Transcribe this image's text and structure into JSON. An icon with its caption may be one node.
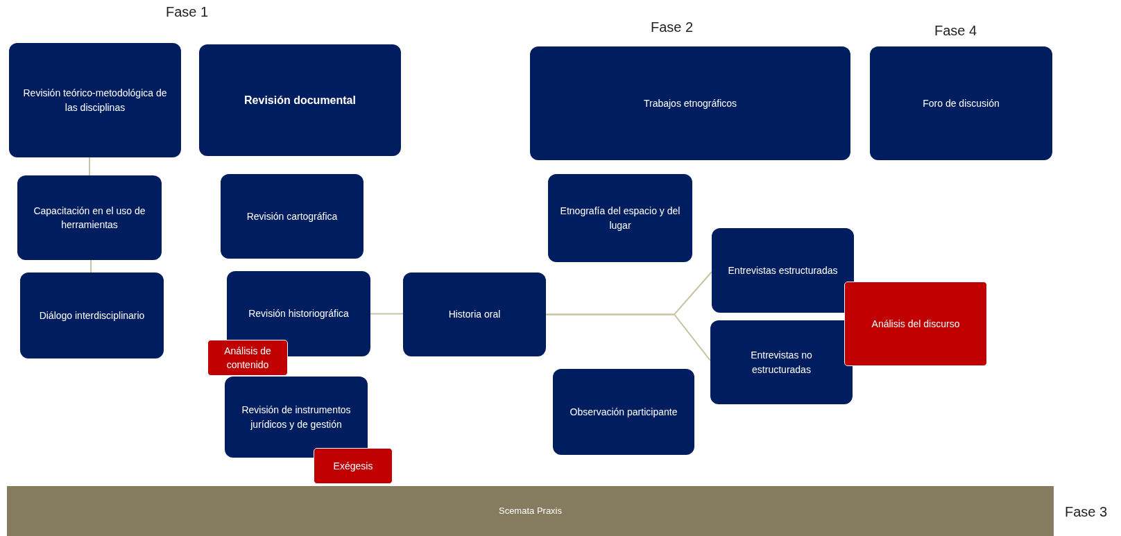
{
  "diagram": {
    "nodes": [
      {
        "text": [
          "Revisión teórico-metodológica de las disciplinas"
        ]
      },
      {
        "text": [
          "Revisión documental"
        ]
      },
      {
        "text": [
          "Trabajos etnográficos"
        ]
      },
      {
        "text": [
          "Foro de discusión"
        ]
      },
      {
        "text": [
          "Capacitación en el uso de herramientas"
        ]
      },
      {
        "text": [
          "Revisión cartográfica"
        ]
      },
      {
        "text": [
          "Etnografía del espacio y del lugar"
        ]
      },
      {
        "text": [
          "Entrevistas estructuradas"
        ]
      },
      {
        "text": [
          "Diálogo interdisciplinario"
        ]
      },
      {
        "text": [
          "Revisión historiográfica"
        ]
      },
      {
        "text": [
          "Historia oral"
        ]
      },
      {
        "text": [
          "Análisis del discurso"
        ]
      },
      {
        "text": [
          "Entrevistas no estructuradas"
        ]
      },
      {
        "text": [
          "Análisis de contenido"
        ]
      },
      {
        "text": [
          "Revisión de instrumentos jurídicos y de gestión"
        ]
      },
      {
        "text": [
          "Observación participante"
        ]
      },
      {
        "text": [
          "Exégesis"
        ]
      },
      {
        "text": [
          "Scemata Praxis"
        ]
      }
    ],
    "edges": [
      {
        "from": 0,
        "to": 4,
        "arrow": "none"
      },
      {
        "from": 4,
        "to": 8,
        "arrow": "none"
      },
      {
        "from": 9,
        "to": 10,
        "arrow": "none"
      },
      {
        "from": 10,
        "to": 7,
        "arrow": "none"
      },
      {
        "from": 10,
        "to": 12,
        "arrow": "none"
      }
    ],
    "labels": [
      "Fase 1",
      "Fase 2",
      "Fase 4",
      "Fase 3"
    ]
  }
}
